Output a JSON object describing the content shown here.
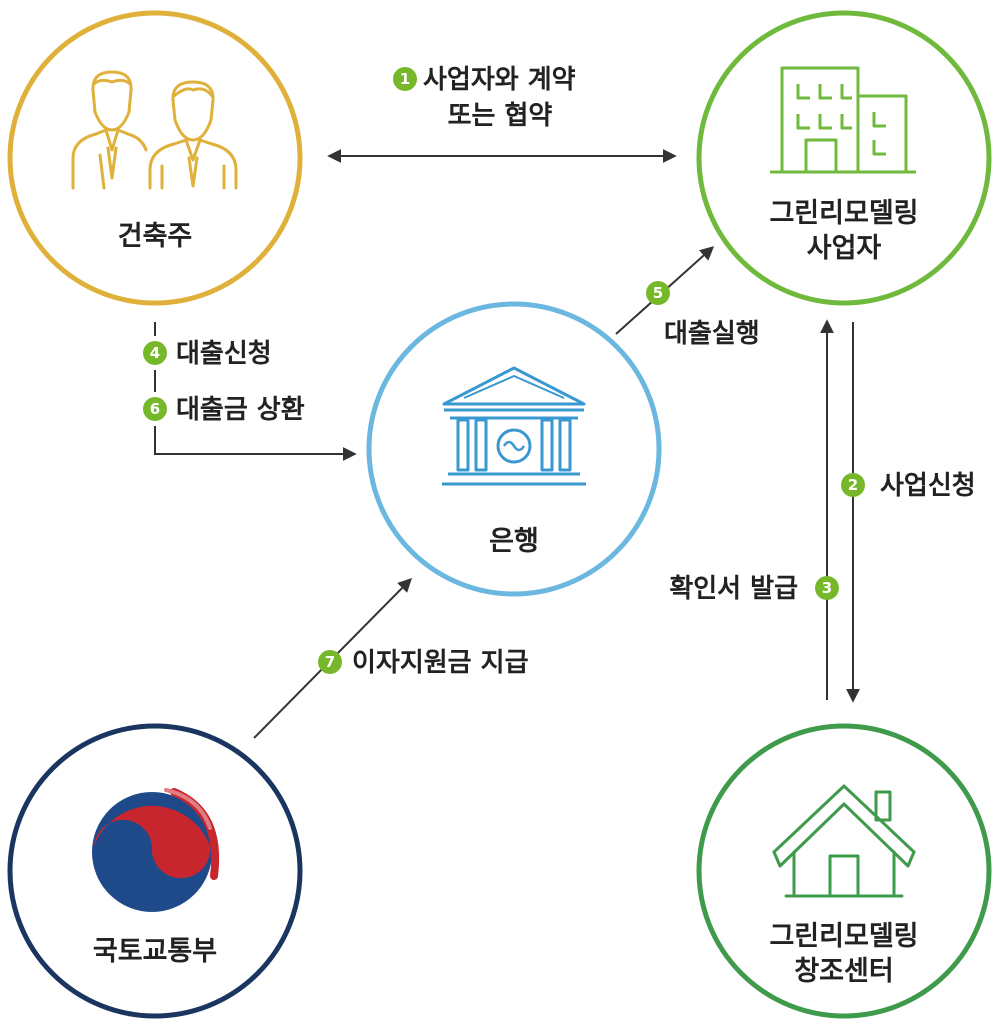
{
  "nodes": {
    "owner": {
      "label": "건축주"
    },
    "business": {
      "label_line1": "그린리모델링",
      "label_line2": "사업자"
    },
    "bank": {
      "label": "은행"
    },
    "ministry": {
      "label": "국토교통부"
    },
    "center": {
      "label_line1": "그린리모델링",
      "label_line2": "창조센터"
    }
  },
  "steps": [
    {
      "num": "1",
      "label_line1": "사업자와 계약",
      "label_line2": "또는 협약"
    },
    {
      "num": "2",
      "label": "사업신청"
    },
    {
      "num": "3",
      "label": "확인서 발급"
    },
    {
      "num": "4",
      "label": "대출신청"
    },
    {
      "num": "5",
      "label": "대출실행"
    },
    {
      "num": "6",
      "label": "대출금 상환"
    },
    {
      "num": "7",
      "label": "이자지원금 지급"
    }
  ],
  "colors": {
    "owner": "#e0b13a",
    "business": "#6fba3c",
    "bank": "#6bb7e0",
    "ministry": "#1b3561",
    "center": "#3f9a4b",
    "badge": "#76b82a",
    "arrow": "#333333"
  },
  "icons": {
    "owner": "two-businessmen-icon",
    "business": "office-buildings-icon",
    "bank": "bank-building-icon",
    "ministry": "taegeuk-emblem-icon",
    "center": "house-icon"
  }
}
